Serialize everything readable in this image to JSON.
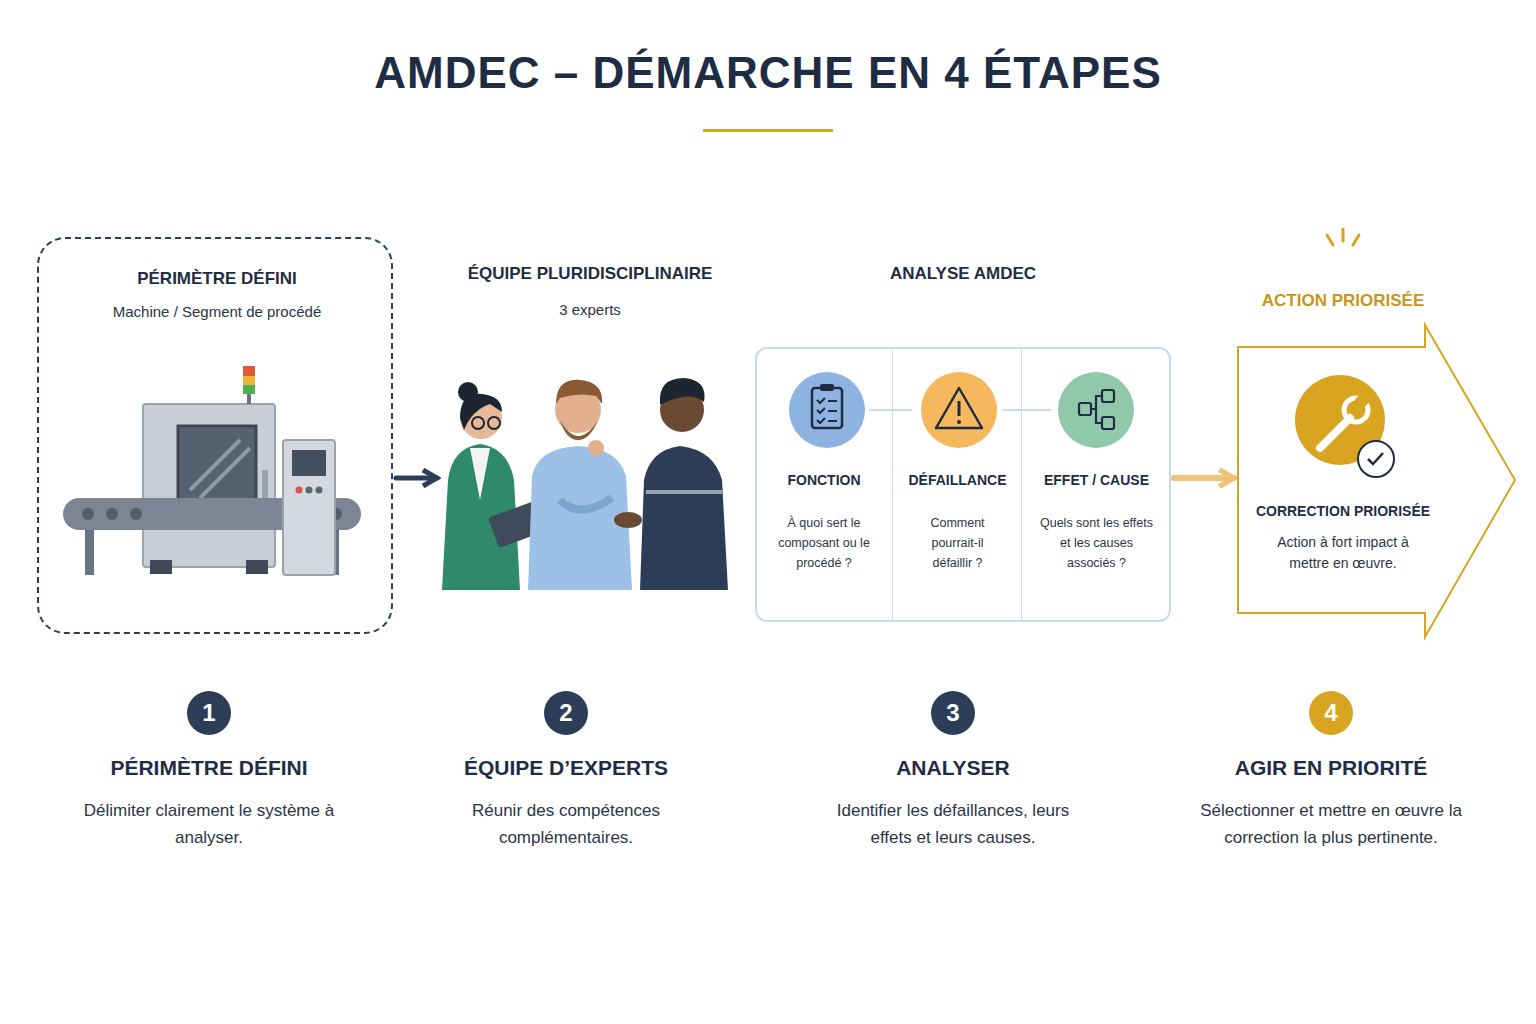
{
  "diagram": {
    "title": "AMDEC – DÉMARCHE EN 4 ÉTAPES",
    "nodes": [
      {
        "text": [
          "PÉRIMÈTRE DÉFINI",
          "Machine / Segment de procédé"
        ]
      },
      {
        "text": [
          "ÉQUIPE PLURIDISCIPLINAIRE",
          "3 experts"
        ]
      },
      {
        "text": [
          "ANALYSE AMDEC"
        ]
      },
      {
        "text": [
          "FONCTION",
          "À quoi sert le composant ou le procédé ?"
        ],
        "in": 2
      },
      {
        "text": [
          "DÉFAILLANCE",
          "Comment pourrait-il défaillir ?"
        ],
        "in": 2
      },
      {
        "text": [
          "EFFET / CAUSE",
          "Quels sont les effets et les causes associés ?"
        ],
        "in": 2
      },
      {
        "text": [
          "ACTION PRIORISÉE",
          "CORRECTION PRIORISÉE",
          "Action à fort impact à mettre en œuvre."
        ]
      },
      {
        "text": [
          "1"
        ]
      },
      {
        "text": [
          "2"
        ]
      },
      {
        "text": [
          "3"
        ]
      },
      {
        "text": [
          "4"
        ]
      }
    ],
    "edges": [
      {
        "from": 0,
        "to": 1,
        "arrow": "to"
      },
      {
        "from": 3,
        "to": 4,
        "arrow": "none"
      },
      {
        "from": 4,
        "to": 5,
        "arrow": "none"
      },
      {
        "from": 2,
        "to": 6,
        "arrow": "to"
      }
    ],
    "labels": [
      "PÉRIMÈTRE DÉFINI",
      "Délimiter clairement le système à analyser.",
      "ÉQUIPE D’EXPERTS",
      "Réunir des compétences complémentaires.",
      "ANALYSER",
      "Identifier les défaillances, leurs effets et leurs causes.",
      "AGIR EN PRIORITÉ",
      "Sélectionner et mettre en œuvre la correction la plus pertinente."
    ]
  }
}
